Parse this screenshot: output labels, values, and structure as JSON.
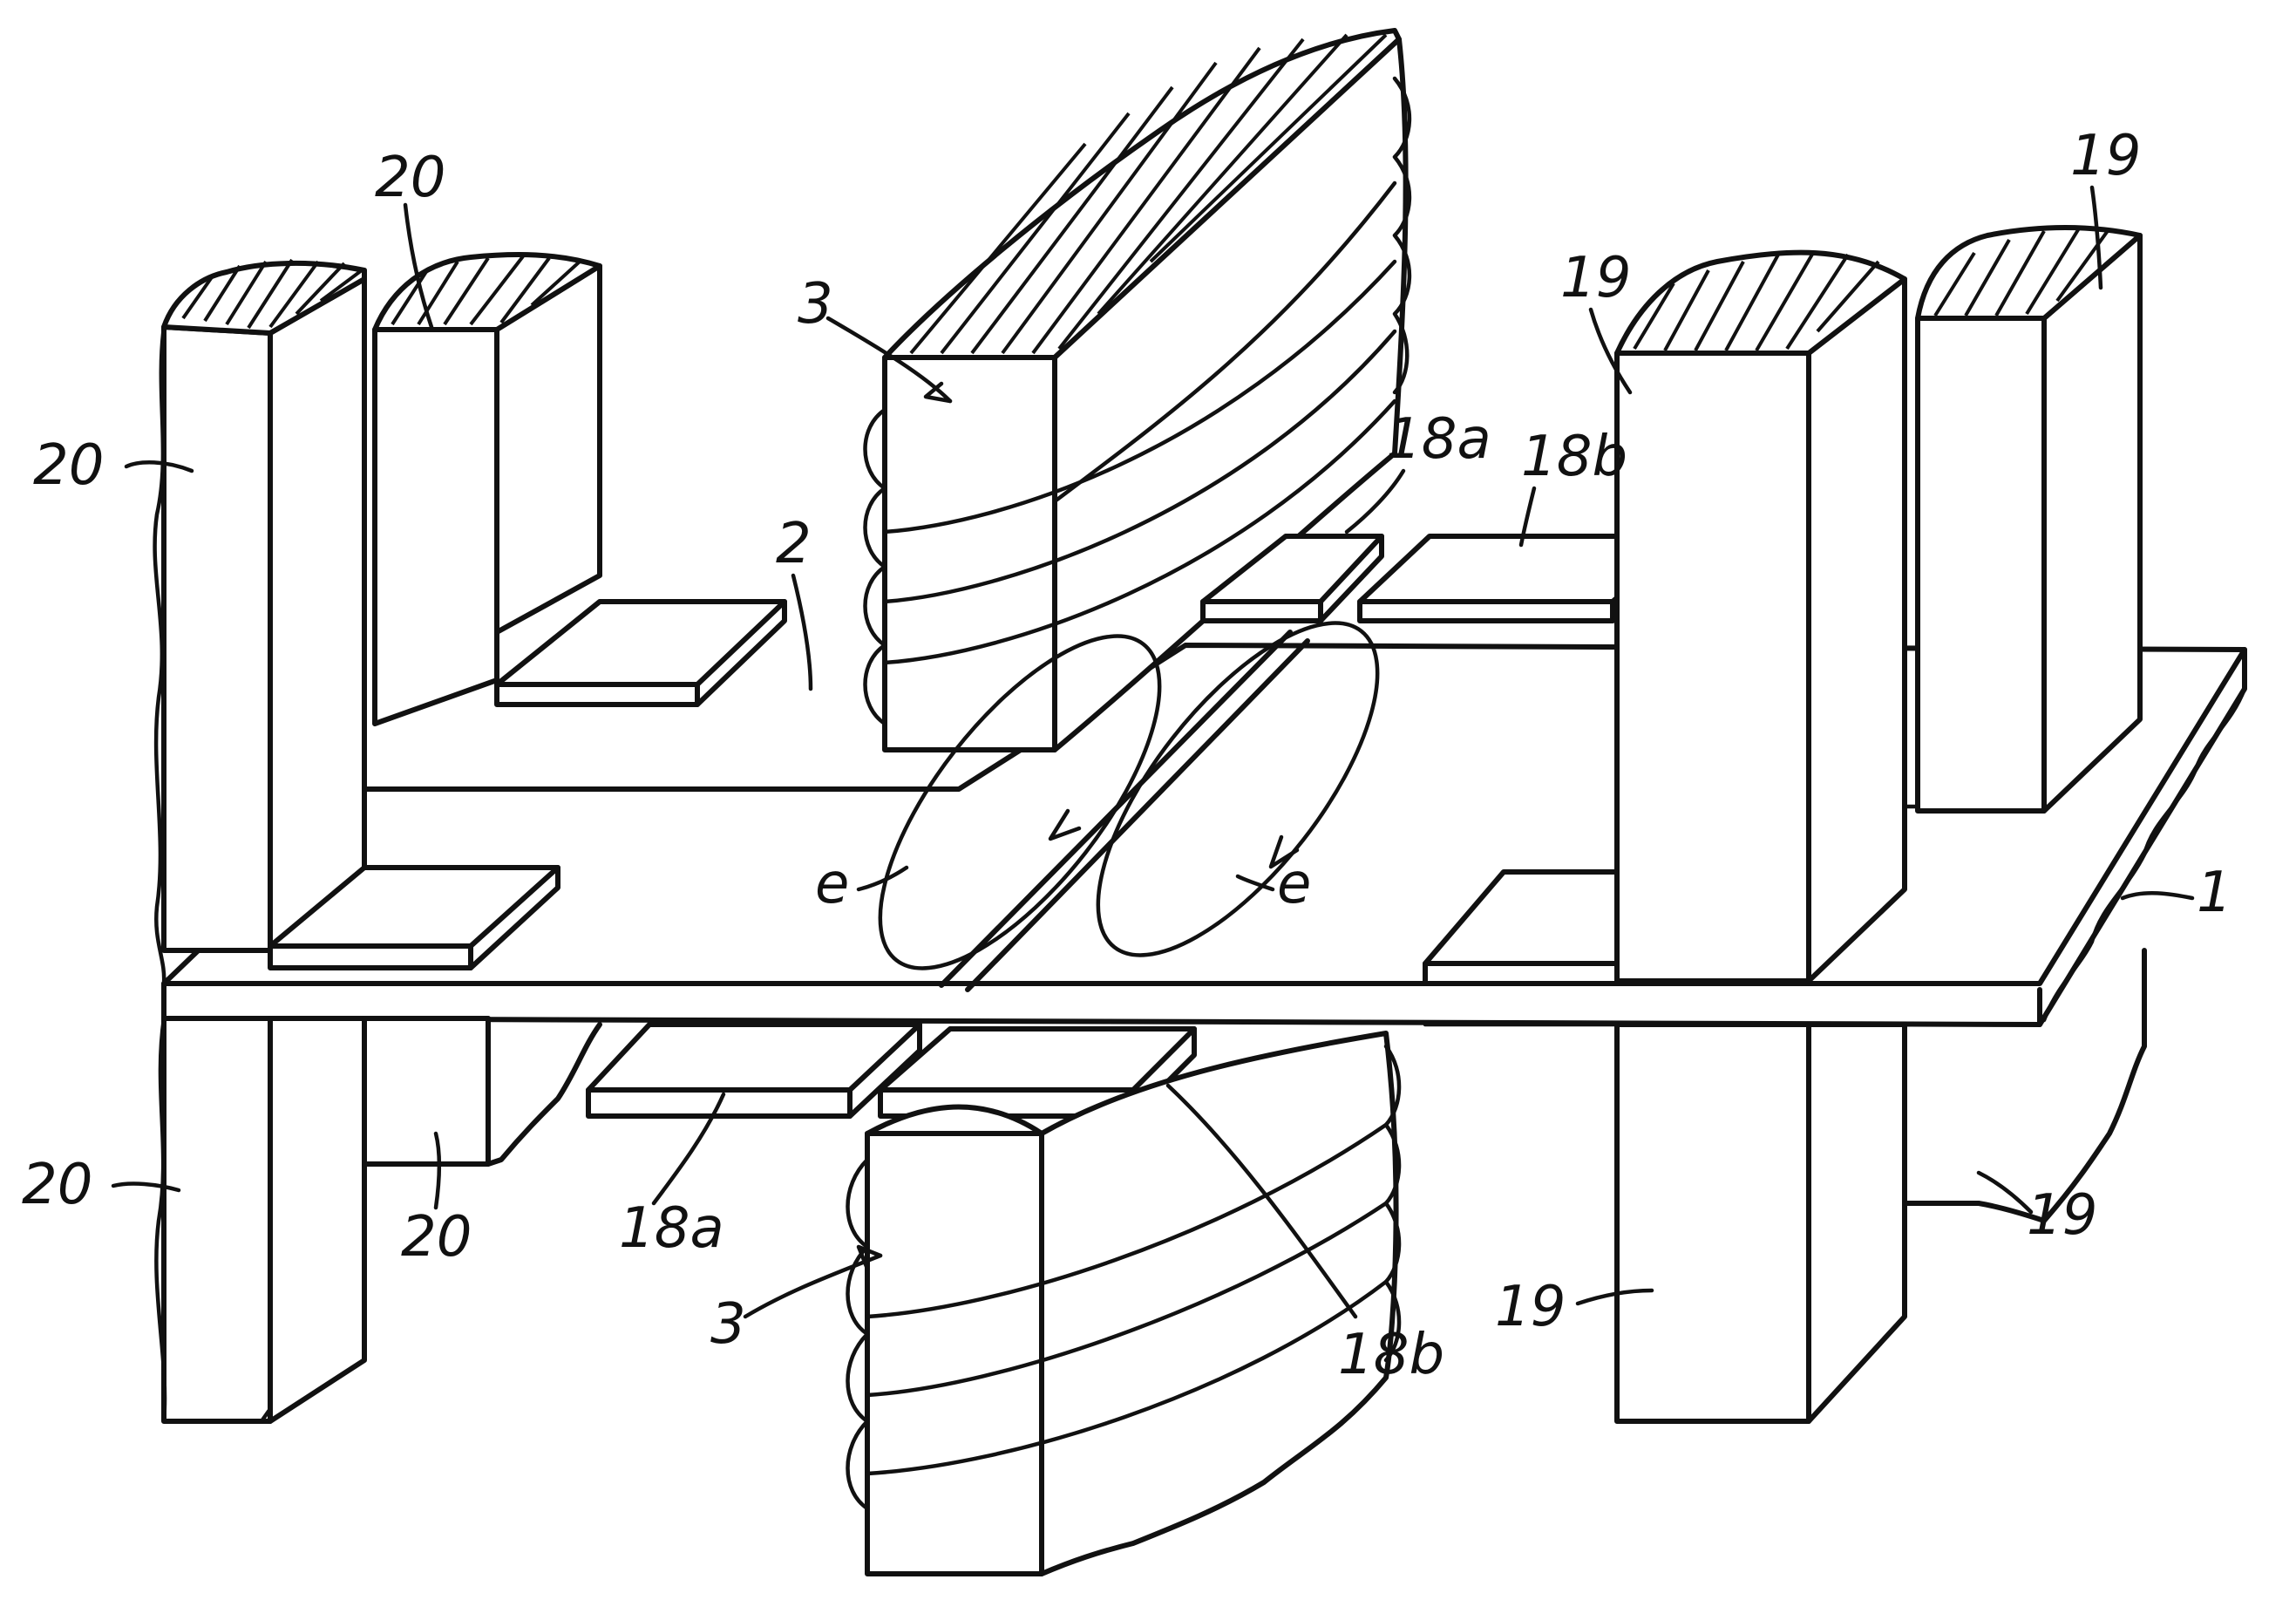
{
  "figure": {
    "labels": {
      "label_20_top_left": "20",
      "label_20_left": "20",
      "label_20_bottom_left": "20",
      "label_20_bottom_mid": "20",
      "label_3_top": "3",
      "label_3_bottom": "3",
      "label_2": "2",
      "label_18a_top": "18a",
      "label_18b_top": "18b",
      "label_18a_bottom": "18a",
      "label_18b_bottom": "18b",
      "label_19_top_right": "19",
      "label_19_top_mid": "19",
      "label_19_bottom_right": "19",
      "label_19_bottom_mid": "19",
      "label_1": "1",
      "label_e_left": "e",
      "label_e_right": "e"
    },
    "colors": {
      "ink": "#111111",
      "paper": "#ffffff"
    }
  }
}
